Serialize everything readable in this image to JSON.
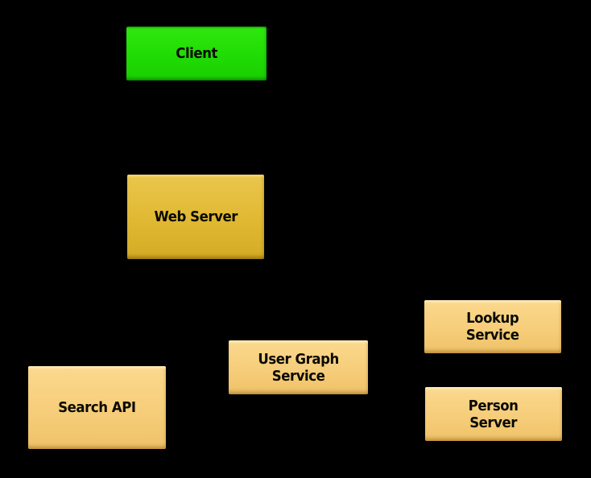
{
  "diagram": {
    "type": "architecture-diagram",
    "background_color": "#000000",
    "text_color": "#0A0A00",
    "colors": {
      "client_green": "#23DD06",
      "server_gold": "#E0B832",
      "service_tan": "#F6CD7A"
    },
    "nodes": [
      {
        "id": "client",
        "label": "Client",
        "fill": "#23DD06",
        "shape": "rectangle"
      },
      {
        "id": "web-server",
        "label": "Web Server",
        "fill": "#E0B832",
        "shape": "rectangle"
      },
      {
        "id": "search-api",
        "label": "Search API",
        "fill": "#F6CD7A",
        "shape": "rectangle"
      },
      {
        "id": "user-graph-service",
        "label": "User Graph\nService",
        "fill": "#F6CD7A",
        "shape": "rectangle"
      },
      {
        "id": "lookup-service",
        "label": "Lookup\nService",
        "fill": "#F6CD7A",
        "shape": "rectangle"
      },
      {
        "id": "person-server",
        "label": "Person\nServer",
        "fill": "#F6CD7A",
        "shape": "rectangle"
      }
    ]
  }
}
